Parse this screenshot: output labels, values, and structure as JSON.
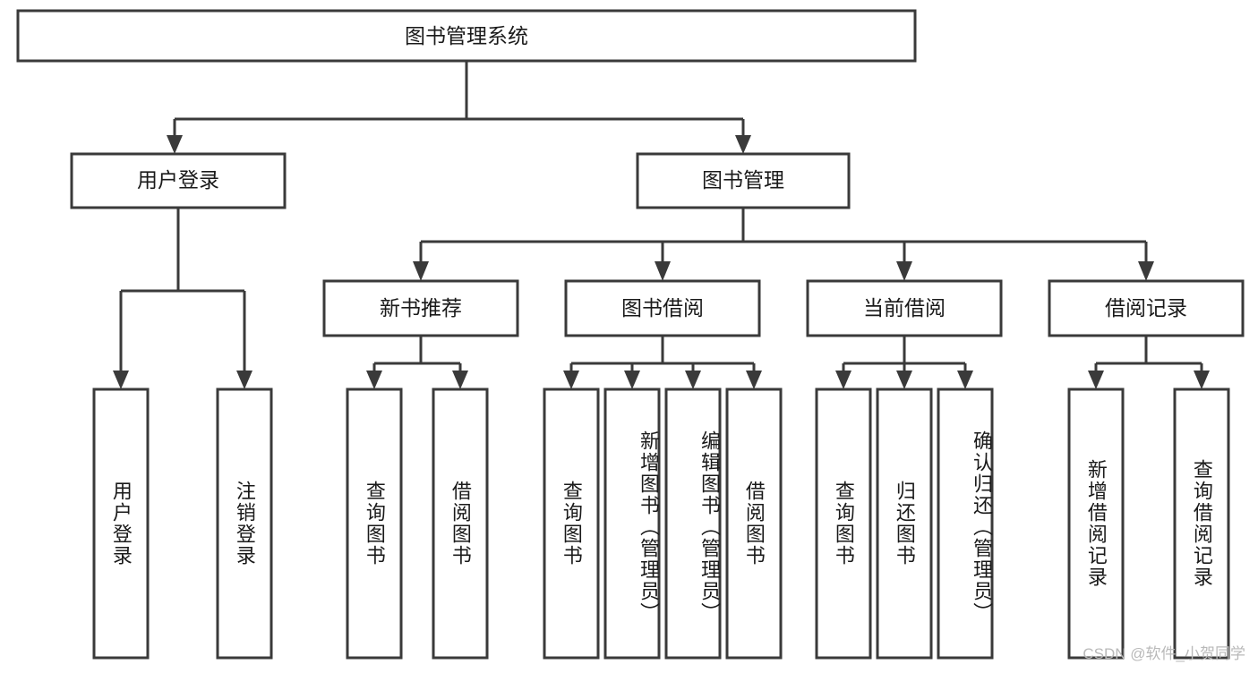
{
  "diagram": {
    "type": "tree-hierarchy",
    "title": "图书管理系统",
    "watermark": "CSDN @软件_小贺同学",
    "root": {
      "id": "root",
      "label": "图书管理系统",
      "orientation": "horizontal"
    },
    "level2": [
      {
        "id": "user-login",
        "label": "用户登录",
        "orientation": "horizontal"
      },
      {
        "id": "book-manage",
        "label": "图书管理",
        "orientation": "horizontal"
      }
    ],
    "level3": [
      {
        "id": "new-book-recommend",
        "label": "新书推荐",
        "parent": "book-manage",
        "orientation": "horizontal"
      },
      {
        "id": "book-borrow",
        "label": "图书借阅",
        "parent": "book-manage",
        "orientation": "horizontal"
      },
      {
        "id": "current-borrow",
        "label": "当前借阅",
        "parent": "book-manage",
        "orientation": "horizontal"
      },
      {
        "id": "borrow-record",
        "label": "借阅记录",
        "parent": "book-manage",
        "orientation": "horizontal"
      }
    ],
    "leaves": [
      {
        "id": "leaf-user-login",
        "label": "用户登录",
        "parent": "user-login",
        "orientation": "vertical"
      },
      {
        "id": "leaf-logout-login",
        "label": "注销登录",
        "parent": "user-login",
        "orientation": "vertical"
      },
      {
        "id": "leaf-query-book-1",
        "label": "查询图书",
        "parent": "new-book-recommend",
        "orientation": "vertical"
      },
      {
        "id": "leaf-borrow-book-1",
        "label": "借阅图书",
        "parent": "new-book-recommend",
        "orientation": "vertical"
      },
      {
        "id": "leaf-query-book-2",
        "label": "查询图书",
        "parent": "book-borrow",
        "orientation": "vertical"
      },
      {
        "id": "leaf-add-book",
        "label": "新增图书（管理员）",
        "parent": "book-borrow",
        "orientation": "vertical"
      },
      {
        "id": "leaf-edit-book",
        "label": "编辑图书（管理员）",
        "parent": "book-borrow",
        "orientation": "vertical"
      },
      {
        "id": "leaf-borrow-book-2",
        "label": "借阅图书",
        "parent": "book-borrow",
        "orientation": "vertical"
      },
      {
        "id": "leaf-query-book-3",
        "label": "查询图书",
        "parent": "current-borrow",
        "orientation": "vertical"
      },
      {
        "id": "leaf-return-book",
        "label": "归还图书",
        "parent": "current-borrow",
        "orientation": "vertical"
      },
      {
        "id": "leaf-confirm-return",
        "label": "确认归还（管理员）",
        "parent": "current-borrow",
        "orientation": "vertical"
      },
      {
        "id": "leaf-add-record",
        "label": "新增借阅记录",
        "parent": "borrow-record",
        "orientation": "vertical"
      },
      {
        "id": "leaf-query-record",
        "label": "查询借阅记录",
        "parent": "borrow-record",
        "orientation": "vertical"
      }
    ],
    "colors": {
      "box_fill": "#ffffff",
      "box_stroke": "#3a3a3a",
      "text": "#1a1a1a",
      "connector": "#3a3a3a",
      "watermark": "#b9b9b9",
      "background": "#ffffff"
    }
  }
}
